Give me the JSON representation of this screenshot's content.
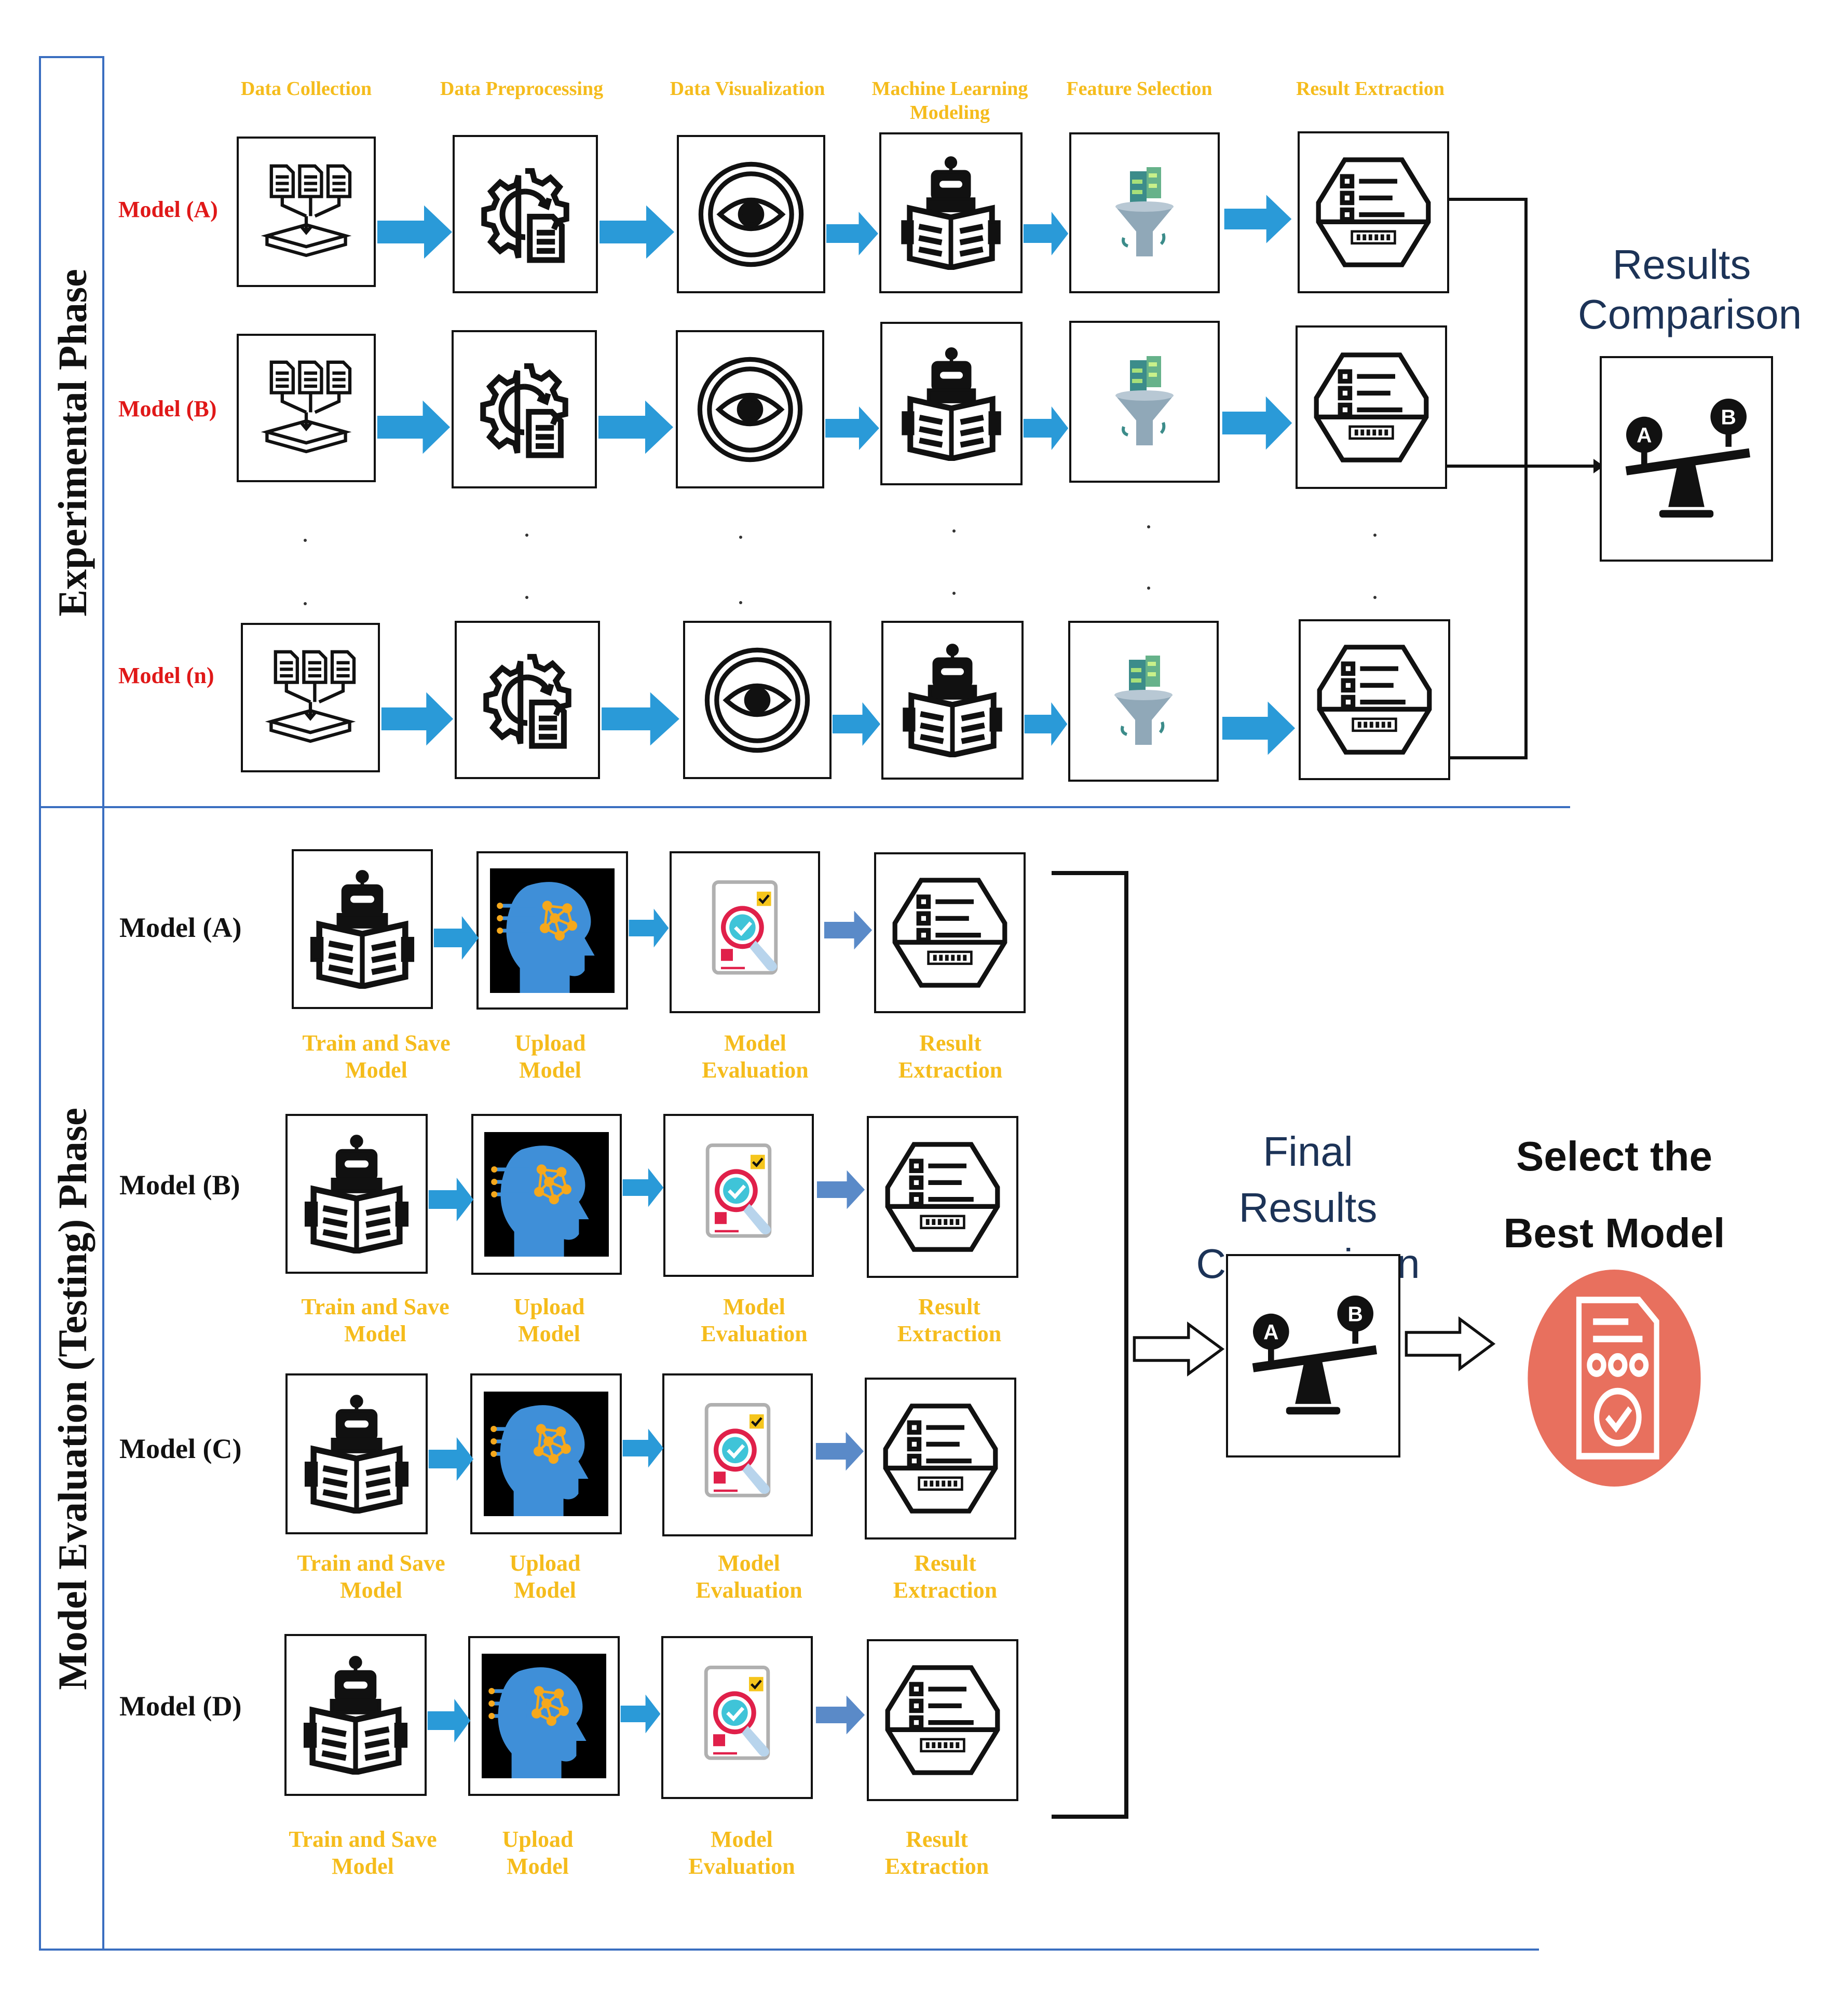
{
  "experimental": {
    "phase_label": "Experimental Phase",
    "steps": [
      "Data Collection",
      "Data Preprocessing",
      "Data Visualization",
      "Machine Learning Modeling",
      "Feature Selection",
      "Result Extraction"
    ],
    "models": [
      "Model (A)",
      "Model (B)",
      "Model (n)"
    ],
    "comparison_title": "Results Comparison"
  },
  "evaluation": {
    "phase_label": "Model Evaluation (Testing) Phase",
    "models": [
      "Model (A)",
      "Model (B)",
      "Model (C)",
      "Model (D)"
    ],
    "captions": [
      "Train and Save Model",
      "Upload Model",
      "Model Evaluation",
      "Result Extraction"
    ],
    "final_title": "Final Results Comparison",
    "select_title_1": "Select the",
    "select_title_2": "Best Model"
  },
  "scale_labels": [
    "A",
    "B"
  ],
  "colors": {
    "frame": "#3a6ec0",
    "caption_yellow": "#f5bc1c",
    "model_red": "#e01818",
    "arrow_blue": "#2a9ad8",
    "head_blue": "#3f8fd8",
    "best_circle": "#e8705e"
  },
  "icons": [
    "data-collection-icon",
    "preprocessing-gear-icon",
    "visualization-eye-icon",
    "robot-book-icon",
    "feature-funnel-icon",
    "result-hexagon-icon",
    "ai-head-icon",
    "evaluation-magnifier-icon",
    "balance-scale-icon",
    "best-model-document-icon"
  ]
}
